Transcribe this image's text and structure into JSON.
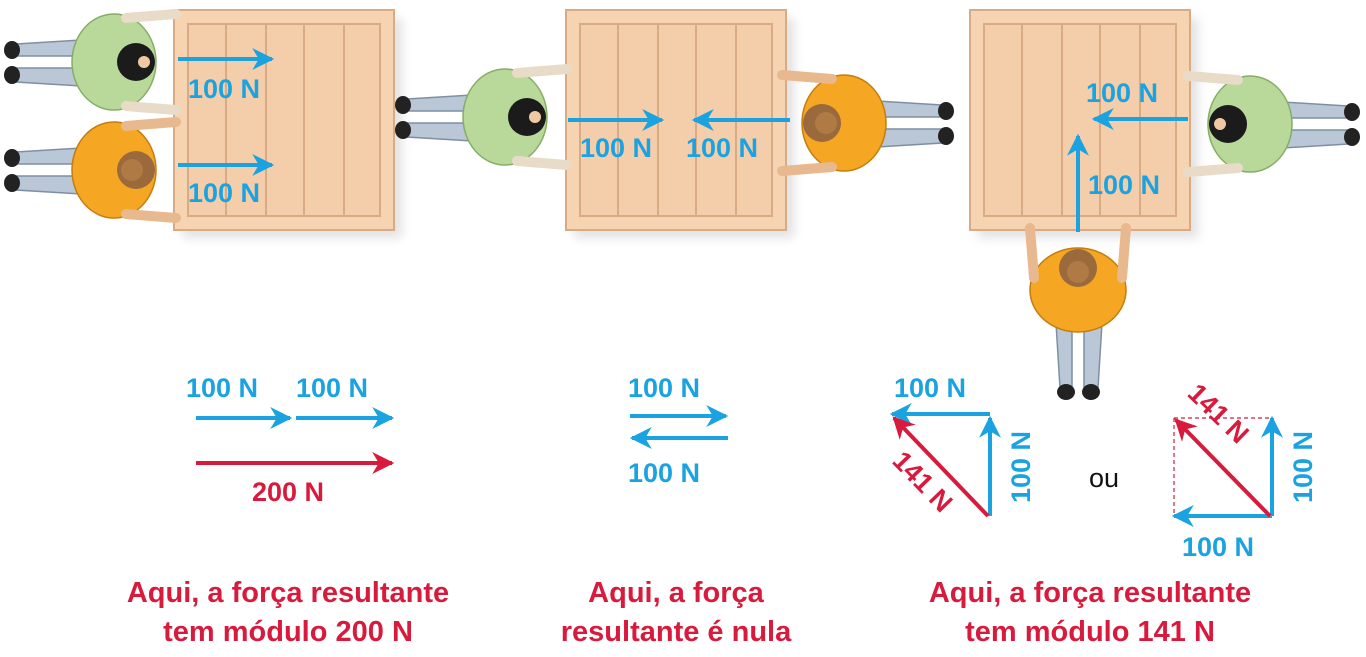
{
  "colors": {
    "force_blue": "#1aa3e0",
    "resultant_red": "#d81b3c",
    "crate_fill": "#f6d4b2",
    "crate_edge": "#d9ab84",
    "shirt_green": "#b8d99a",
    "shirt_orange": "#f5a623",
    "pants": "#b9c7d6"
  },
  "scene1": {
    "top_force_label": "100 N",
    "bottom_force_label": "100 N",
    "vec_a_label": "100 N",
    "vec_b_label": "100 N",
    "result_label": "200 N",
    "caption_line1": "Aqui, a força resultante",
    "caption_line2": "tem módulo 200 N"
  },
  "scene2": {
    "left_force_label": "100 N",
    "right_force_label": "100 N",
    "vec_top_label": "100 N",
    "vec_bottom_label": "100 N",
    "caption_line1": "Aqui, a força",
    "caption_line2": "resultante é nula"
  },
  "scene3": {
    "horizontal_force_label": "100 N",
    "vertical_force_label": "100 N",
    "diag1_horizontal_label": "100 N",
    "diag1_vertical_label": "100 N",
    "diag1_resultant_label": "141 N",
    "or_label": "ou",
    "diag2_horizontal_label": "100 N",
    "diag2_vertical_label": "100 N",
    "diag2_resultant_label": "141 N",
    "caption_line1": "Aqui, a força resultante",
    "caption_line2": "tem módulo 141 N"
  }
}
